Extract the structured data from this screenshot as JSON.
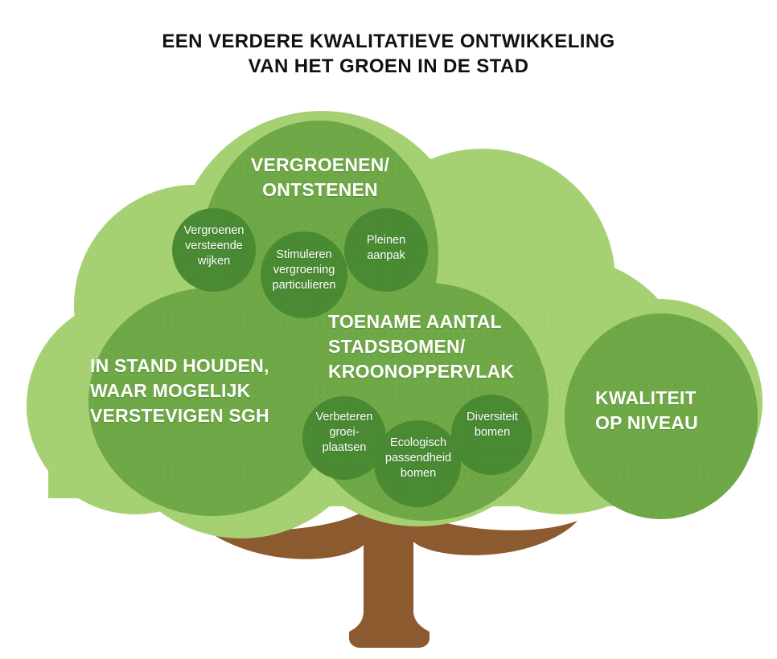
{
  "title": {
    "line1": "EEN VERDERE KWALITATIEVE ONTWIKKELING",
    "line2": "VAN HET GROEN IN DE STAD"
  },
  "colors": {
    "background": "#ffffff",
    "canopy_light": "#a5d173",
    "canopy_medium": "#6fa846",
    "bubble_dark": "#4a8a33",
    "trunk": "#8b5a2f",
    "text_light": "#ffffff",
    "text_title": "#111111"
  },
  "tree": {
    "trunk_label": "tree-trunk",
    "canopy_label": "tree-canopy"
  },
  "branches": [
    {
      "id": "vergroenen",
      "heading": {
        "line1": "VERGROENEN/",
        "line2": "ONTSTENEN"
      },
      "level": "major",
      "sub": [
        {
          "id": "versteende-wijken",
          "line1": "Vergroenen",
          "line2": "versteende",
          "line3": "wijken"
        },
        {
          "id": "stimuleren-vergroening",
          "line1": "Stimuleren",
          "line2": "vergroening",
          "line3": "particulieren"
        },
        {
          "id": "pleinen-aanpak",
          "line1": "Pleinen",
          "line2": "aanpak",
          "line3": ""
        }
      ]
    },
    {
      "id": "in-stand-houden",
      "heading": {
        "line1": "IN STAND HOUDEN,",
        "line2": "WAAR MOGELIJK",
        "line3": "VERSTEVIGEN SGH"
      },
      "level": "major",
      "sub": []
    },
    {
      "id": "toename-stadsbomen",
      "heading": {
        "line1": "TOENAME AANTAL",
        "line2": "STADSBOMEN/",
        "line3": "KROONOPPERVLAK"
      },
      "level": "major",
      "sub": [
        {
          "id": "verbeteren-groeiplaatsen",
          "line1": "Verbeteren",
          "line2": "groei-",
          "line3": "plaatsen"
        },
        {
          "id": "ecologisch-passendheid",
          "line1": "Ecologisch",
          "line2": "passendheid",
          "line3": "bomen"
        },
        {
          "id": "diversiteit-bomen",
          "line1": "Diversiteit",
          "line2": "bomen",
          "line3": ""
        }
      ]
    },
    {
      "id": "kwaliteit-op-niveau",
      "heading": {
        "line1": "KWALITEIT",
        "line2": "OP NIVEAU"
      },
      "level": "major",
      "sub": []
    }
  ]
}
